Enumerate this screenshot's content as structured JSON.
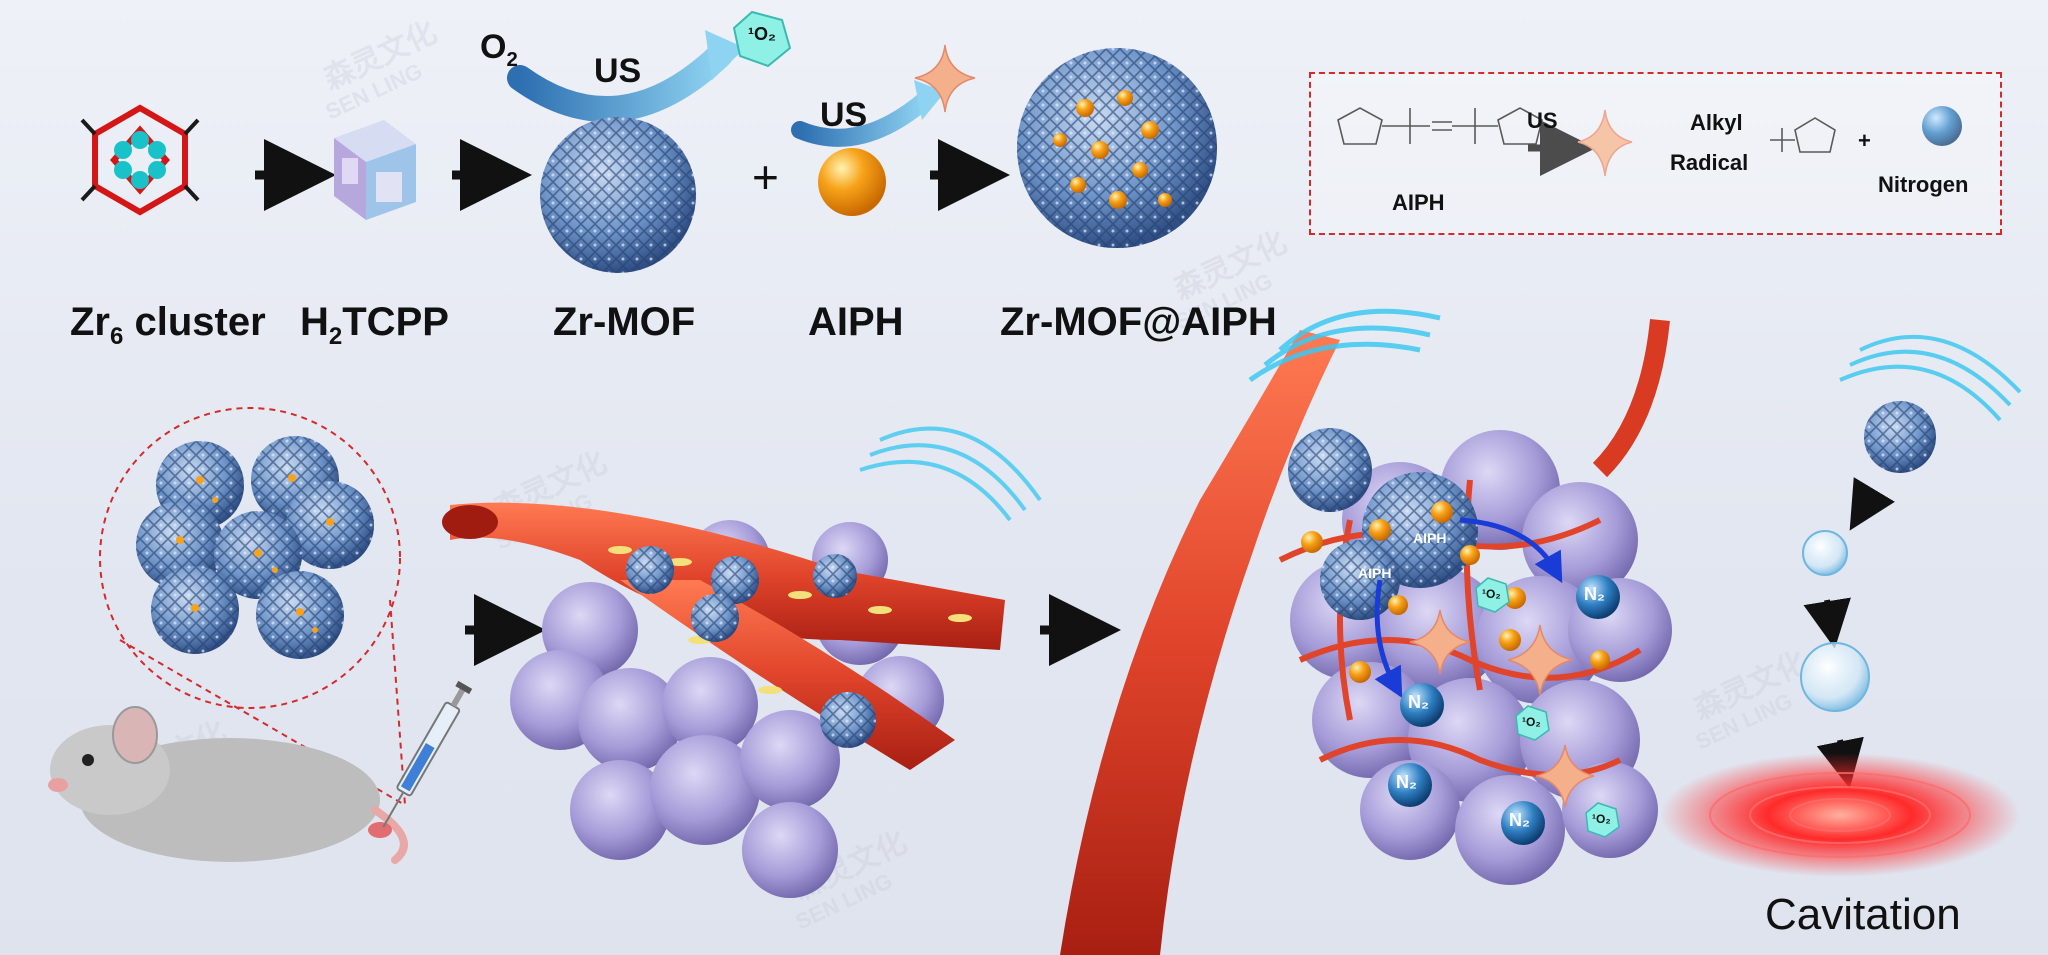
{
  "labels": {
    "zr6_cluster": "Zr",
    "zr6_sub": "6",
    "zr6_rest": " cluster",
    "h2tcpp_pre": "H",
    "h2tcpp_sub": "2",
    "h2tcpp_rest": "TCPP",
    "zrmof": "Zr-MOF",
    "aiph": "AIPH",
    "zrmof_aiph": "Zr-MOF@AIPH",
    "o2": "O",
    "o2_sub": "2",
    "us_1": "US",
    "us_2": "US",
    "singlet_o2": "¹O₂",
    "plus": "+",
    "cavitation": "Cavitation"
  },
  "mechanism_box": {
    "aiph_label": "AIPH",
    "us_label": "US",
    "alkyl_label_1": "Alkyl",
    "alkyl_label_2": "Radical",
    "plus": "+",
    "nitrogen_label": "Nitrogen"
  },
  "tumor_labels": {
    "aiph_a": "AIPH",
    "aiph_b": "AIPH",
    "n2": "N₂",
    "singlet": "¹O₂"
  },
  "watermark": {
    "cn": "森灵文化",
    "en": "SEN LING"
  },
  "colors": {
    "mof": "#6f95c9",
    "aiph_sphere": "#f7a21a",
    "radical": "#f3b08a",
    "vessel": "#e0442b",
    "cell": "#a59bd8",
    "nitrogen": "#2f7fc2",
    "singlet": "#7fe8df",
    "ultrasound": "#3ec8f0",
    "cavitation": "#ff2a2a",
    "box_border": "#d62a2a"
  }
}
